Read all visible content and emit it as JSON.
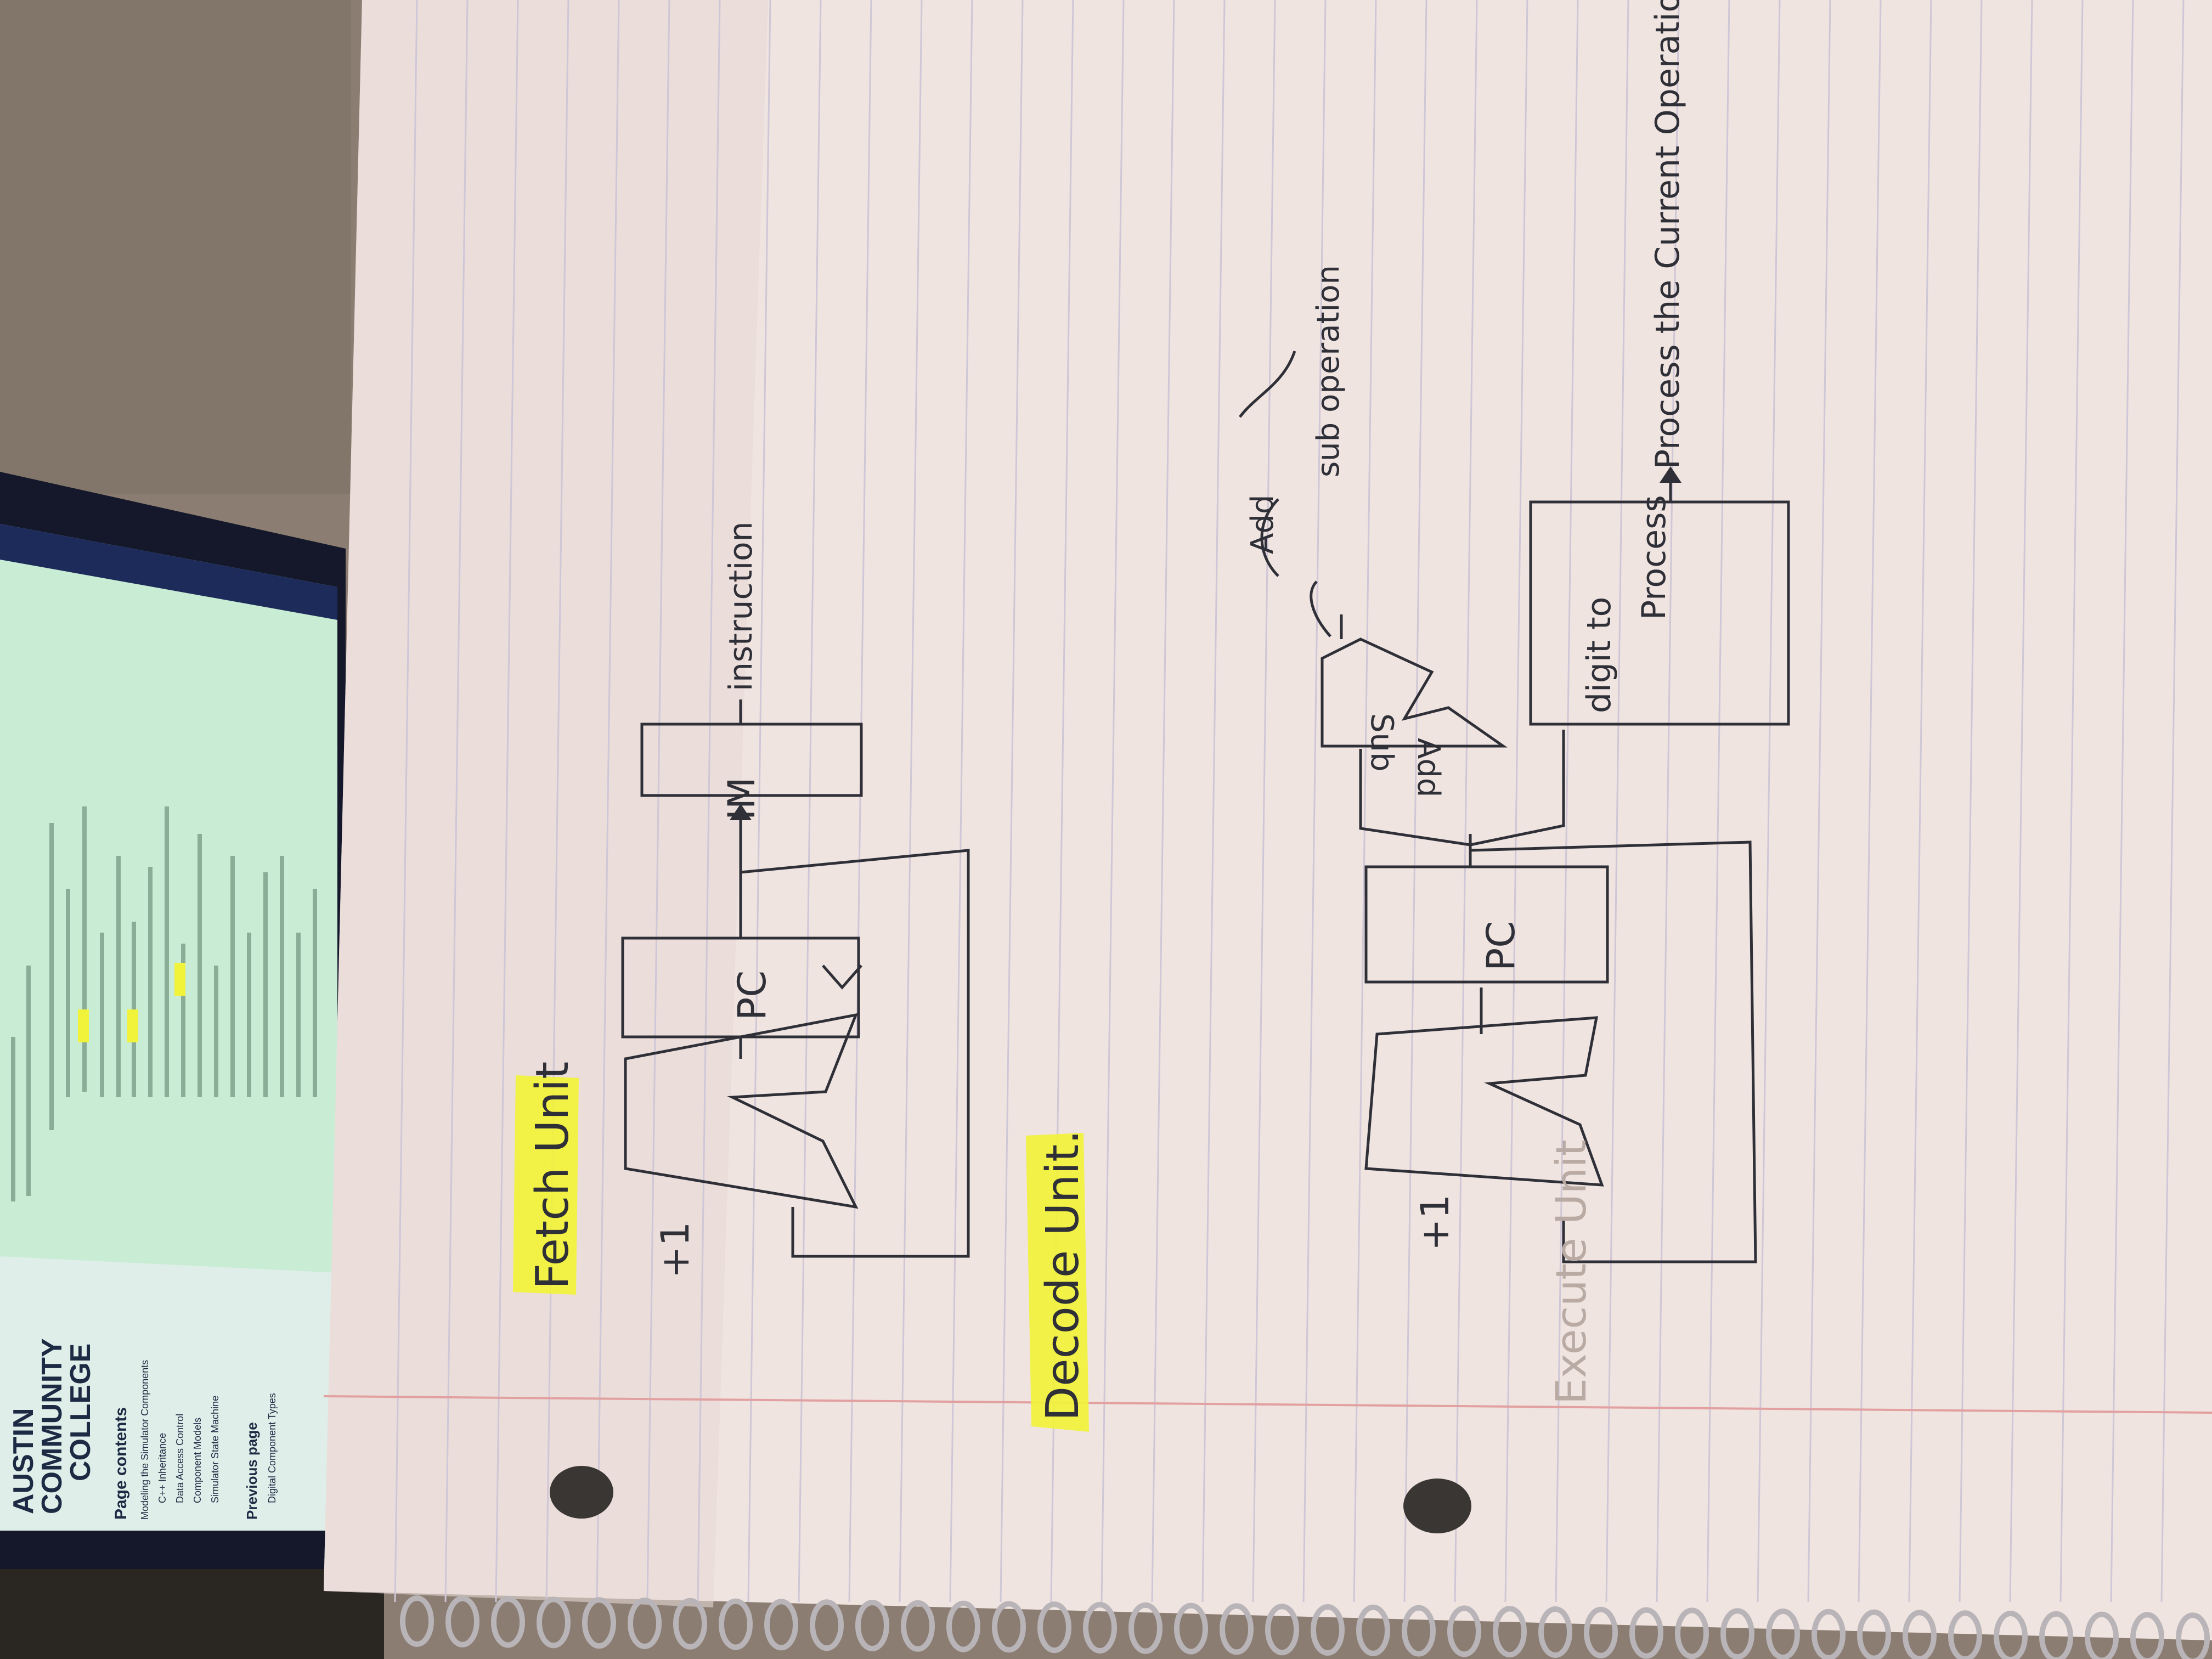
{
  "colors": {
    "wall": "#8b7d72",
    "paper": "#efe4e0",
    "ink": "#2f2f38",
    "highlight": "#f1f23a",
    "margin_line": "#e2a0a0",
    "rule_line": "#cfc6d6",
    "screen_bg": "#c9ecd4",
    "screen_frame": "#14182a"
  },
  "monitor": {
    "logo_lines": [
      "AUSTIN",
      "COMMUNITY",
      "COLLEGE"
    ],
    "sidebar": {
      "heading": "Page contents",
      "items": [
        "Modeling the Simulator Components",
        "C++ Inheritance",
        "Data Access Control",
        "Component Models",
        "Simulator State Machine"
      ],
      "section_heading": "Previous page",
      "section_items": [
        "Digital Component Types"
      ]
    }
  },
  "notebook": {
    "fetch": {
      "title": "Fetch Unit",
      "plus_one": "+1",
      "pc_label": "PC",
      "im_label": "IM",
      "instruction_label": "instruction"
    },
    "decode": {
      "title": "Decode Unit.",
      "plus_one": "+1",
      "pc_label": "PC",
      "adder_label_1": "Add",
      "adder_label_2": "Sub",
      "note_add": "Add",
      "note_rest": "sub operation",
      "box_line_1": "digit to",
      "box_line_2": "Process",
      "process_note": "Process the Current Operation"
    },
    "execute": {
      "title": "Execute Unit"
    }
  }
}
